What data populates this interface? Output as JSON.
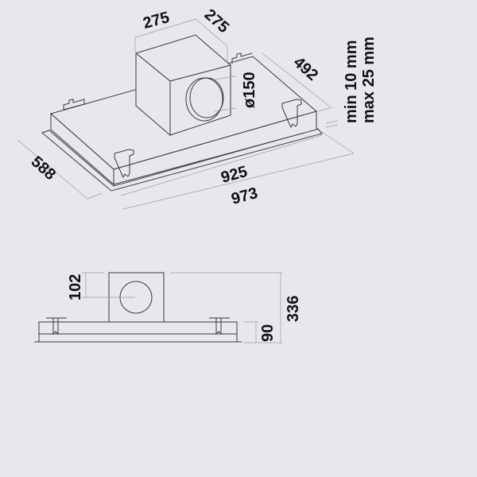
{
  "top_view": {
    "box_width": "275",
    "box_depth": "275",
    "outlet_diameter": "ø150",
    "plate_depth": "492",
    "overall_depth": "588",
    "plate_width": "925",
    "overall_width": "973",
    "thickness_min": "min 10 mm",
    "thickness_max": "max 25 mm"
  },
  "side_view": {
    "outlet_offset": "102",
    "total_height": "336",
    "plate_height": "90"
  },
  "colors": {
    "background": "#e6e8ec",
    "line": "#3a3a3a",
    "dimension": "#9a9ca0"
  }
}
